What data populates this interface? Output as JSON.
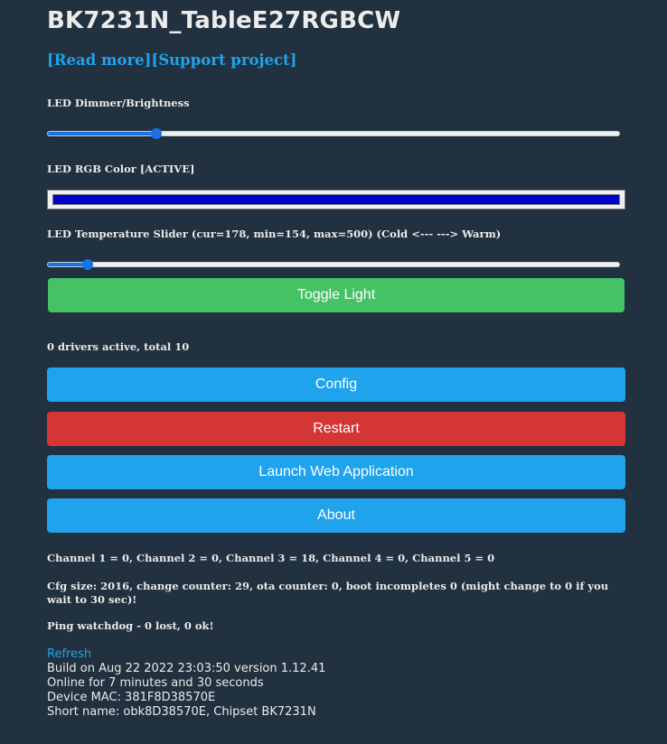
{
  "title": "BK7231N_TableE27RGBCW",
  "links": {
    "read_more": "[Read more]",
    "support": "[Support project]"
  },
  "dimmer": {
    "label": "LED Dimmer/Brightness",
    "fraction": 0.19
  },
  "rgb": {
    "label": "LED RGB Color [ACTIVE]",
    "color": "#0000cc"
  },
  "temperature": {
    "label": "LED Temperature Slider (cur=178, min=154, max=500) (Cold <--- ---> Warm)",
    "cur": 178,
    "min": 154,
    "max": 500
  },
  "buttons": {
    "toggle_light": "Toggle Light",
    "config": "Config",
    "restart": "Restart",
    "launch_web_app": "Launch Web Application",
    "about": "About"
  },
  "colors": {
    "green": "#45c266",
    "blue": "#1fa3ec",
    "red": "#d43535",
    "background": "#22313f",
    "slider": "#1873e6"
  },
  "drivers_text": "0 drivers active, total 10",
  "channels_text": "Channel 1 = 0, Channel 2 = 0, Channel 3 = 18, Channel 4 = 0, Channel 5 = 0",
  "cfg_text": "Cfg size: 2016, change counter: 29, ota counter: 0, boot incompletes 0 (might change to 0 if you wait to 30 sec)!",
  "ping_text": "Ping watchdog - 0 lost, 0 ok!",
  "footer": {
    "refresh": "Refresh",
    "build": "Build on Aug 22 2022 23:03:50 version 1.12.41",
    "online": "Online for 7 minutes and 30 seconds",
    "mac": "Device MAC: 381F8D38570E",
    "short_name": "Short name: obk8D38570E, Chipset BK7231N"
  }
}
